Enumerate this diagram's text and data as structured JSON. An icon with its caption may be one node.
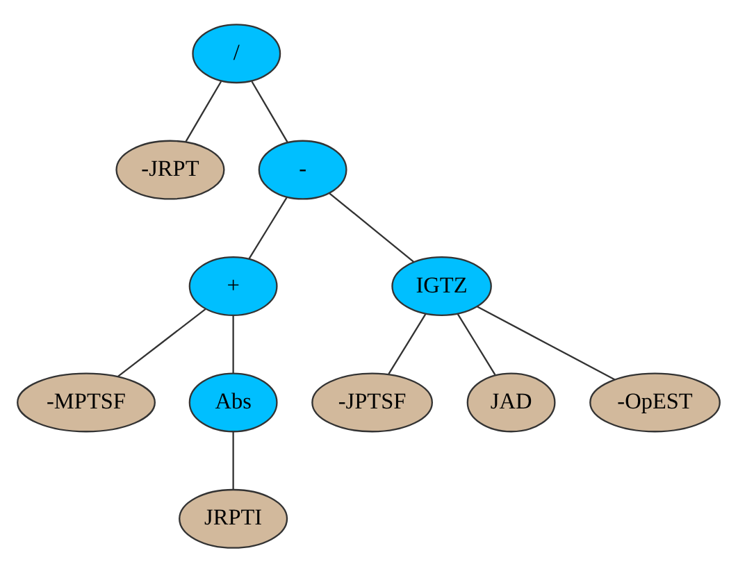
{
  "diagram": {
    "nodes": [
      {
        "text": [
          "/"
        ]
      },
      {
        "text": [
          "-JRPT"
        ]
      },
      {
        "text": [
          "-"
        ]
      },
      {
        "text": [
          "+"
        ]
      },
      {
        "text": [
          "IGTZ"
        ]
      },
      {
        "text": [
          "-MPTSF"
        ]
      },
      {
        "text": [
          "Abs"
        ]
      },
      {
        "text": [
          "-JPTSF"
        ]
      },
      {
        "text": [
          "JAD"
        ]
      },
      {
        "text": [
          "-OpEST"
        ]
      },
      {
        "text": [
          "JRPTI"
        ]
      }
    ],
    "edges": [
      {
        "from": 0,
        "to": 1,
        "arrow": "none"
      },
      {
        "from": 0,
        "to": 2,
        "arrow": "none"
      },
      {
        "from": 2,
        "to": 3,
        "arrow": "none"
      },
      {
        "from": 2,
        "to": 4,
        "arrow": "none"
      },
      {
        "from": 3,
        "to": 5,
        "arrow": "none"
      },
      {
        "from": 3,
        "to": 6,
        "arrow": "none"
      },
      {
        "from": 4,
        "to": 7,
        "arrow": "none"
      },
      {
        "from": 4,
        "to": 8,
        "arrow": "none"
      },
      {
        "from": 4,
        "to": 9,
        "arrow": "none"
      },
      {
        "from": 6,
        "to": 10,
        "arrow": "none"
      }
    ]
  }
}
